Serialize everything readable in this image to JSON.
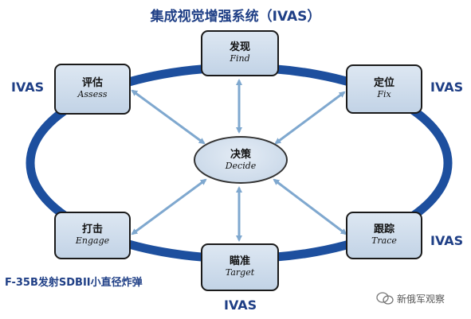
{
  "title": "集成视觉增强系统（IVAS）",
  "nodes": {
    "find": {
      "cn": "发现",
      "en": "Find"
    },
    "fix": {
      "cn": "定位",
      "en": "Fix"
    },
    "track": {
      "cn": "跟踪",
      "en": "Trace"
    },
    "target": {
      "cn": "瞄准",
      "en": "Target"
    },
    "engage": {
      "cn": "打击",
      "en": "Engage"
    },
    "assess": {
      "cn": "评估",
      "en": "Assess"
    },
    "decide": {
      "cn": "决策",
      "en": "Decide"
    }
  },
  "labels": {
    "ivas_left": "IVAS",
    "ivas_right_top": "IVAS",
    "ivas_right_bottom": "IVAS",
    "ivas_bottom": "IVAS",
    "f35b": "F-35B发射SDBII小直径炸弹"
  },
  "watermark": "新俄军观察",
  "colors": {
    "ring": "#1d4f9e",
    "arrow": "#7fa8cf",
    "label": "#1f3f86"
  }
}
